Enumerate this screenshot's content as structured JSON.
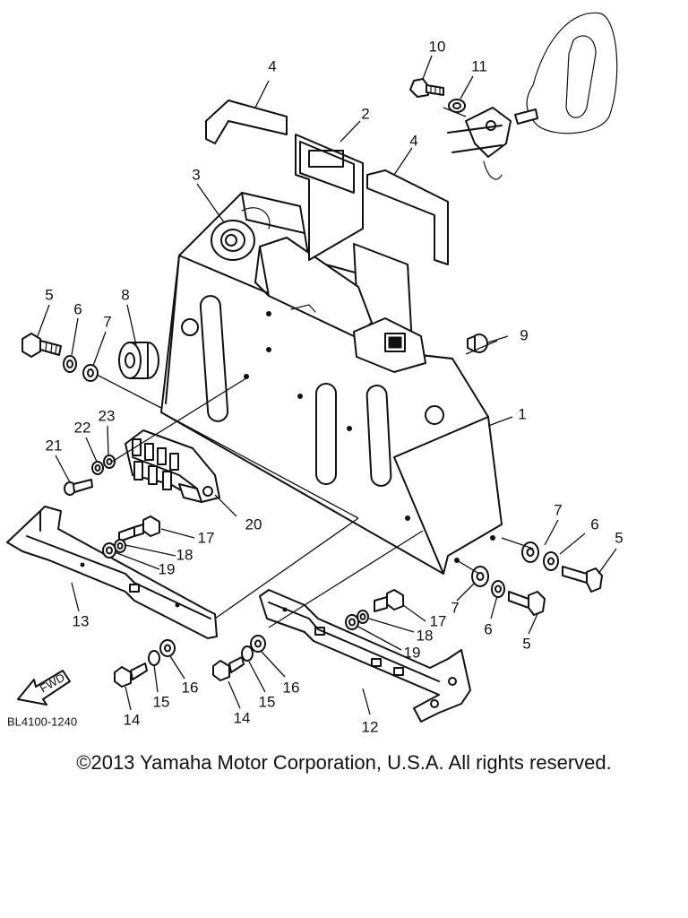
{
  "diagram": {
    "drawing_code": "BL4100-1240",
    "fwd_label": "FWD",
    "copyright": "©2013 Yamaha Motor Corporation, U.S.A. All rights reserved.",
    "callouts": {
      "c1": "1",
      "c2": "2",
      "c3": "3",
      "c4a": "4",
      "c4b": "4",
      "c5a": "5",
      "c5b": "5",
      "c5c": "5",
      "c6a": "6",
      "c6b": "6",
      "c6c": "6",
      "c7a": "7",
      "c7b": "7",
      "c7c": "7",
      "c8": "8",
      "c9": "9",
      "c10": "10",
      "c11": "11",
      "c12": "12",
      "c13": "13",
      "c14a": "14",
      "c14b": "14",
      "c15a": "15",
      "c15b": "15",
      "c16a": "16",
      "c16b": "16",
      "c17a": "17",
      "c17b": "17",
      "c18a": "18",
      "c18b": "18",
      "c19a": "19",
      "c19b": "19",
      "c20": "20",
      "c21": "21",
      "c22": "22",
      "c23": "23"
    }
  }
}
